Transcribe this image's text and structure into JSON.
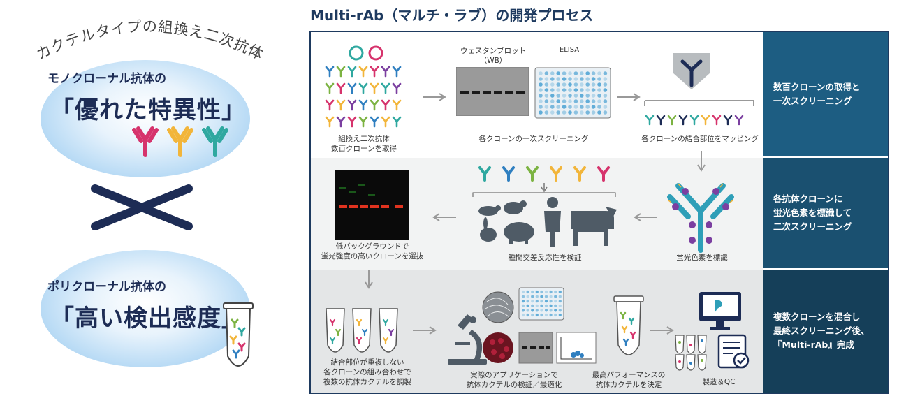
{
  "left": {
    "arc_text": "カクテルタイプの組換え二次抗体",
    "mono": {
      "sub": "モノクローナル抗体の",
      "main": "「優れた特異性」"
    },
    "poly": {
      "sub": "ポリクローナル抗体の",
      "main": "「高い検出感度」"
    }
  },
  "title": "Multi-rAb（マルチ・ラブ）の開発プロセス",
  "row1": {
    "step1": "組換え二次抗体\n数百クローンを取得",
    "wb": "ウェスタンブロット\n（WB）",
    "elisa": "ELISA",
    "step2": "各クローンの一次スクリーニング",
    "step3": "各クローンの結合部位をマッピング"
  },
  "row2": {
    "step1": "蛍光色素を標識",
    "step2": "種間交差反応性を検証",
    "step3": "低バックグラウンドで\n蛍光強度の高いクローンを選抜"
  },
  "row3": {
    "step1": "結合部位が重複しない\n各クローンの組み合わせで\n複数の抗体カクテルを調製",
    "step2": "実際のアプリケーションで\n抗体カクテルの検証／最適化",
    "step3": "最高パフォーマンスの\n抗体カクテルを決定",
    "step4": "製造＆QC"
  },
  "side": {
    "s1": "数百クローンの取得と\n一次スクリーニング",
    "s2": "各抗体クローンに\n蛍光色素を標識して\n二次スクリーニング",
    "s3": "複数クローンを混合し\n最終スクリーニング後、\n『Multi-rAb』完成"
  },
  "colors": {
    "navy": "#1d2c55",
    "frame": "#1e3a5f",
    "red": "#d6336c",
    "yellow": "#f2b53a",
    "teal": "#2fa8a0",
    "purple": "#7b3fa0",
    "blue": "#2f7fc0",
    "green": "#7cb342",
    "gray_icon": "#4f5b66"
  }
}
